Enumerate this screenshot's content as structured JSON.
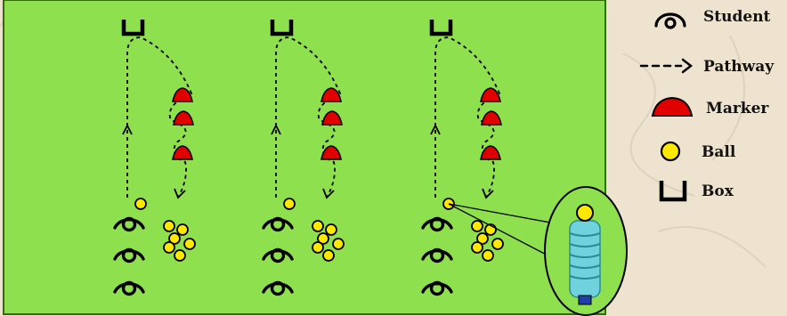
{
  "colors": {
    "field": "#8fe04e",
    "field_border": "#2f6f00",
    "marker": "#e00000",
    "ball": "#ffe800",
    "outline": "#000000",
    "bottle": "#6fd2dc"
  },
  "lanes": 3,
  "legend": {
    "items": [
      {
        "icon": "student-icon",
        "label": "Student"
      },
      {
        "icon": "pathway-icon",
        "label": "Pathway"
      },
      {
        "icon": "marker-icon",
        "label": "Marker"
      },
      {
        "icon": "ball-icon",
        "label": "Ball"
      },
      {
        "icon": "box-icon",
        "label": "Box"
      }
    ]
  }
}
